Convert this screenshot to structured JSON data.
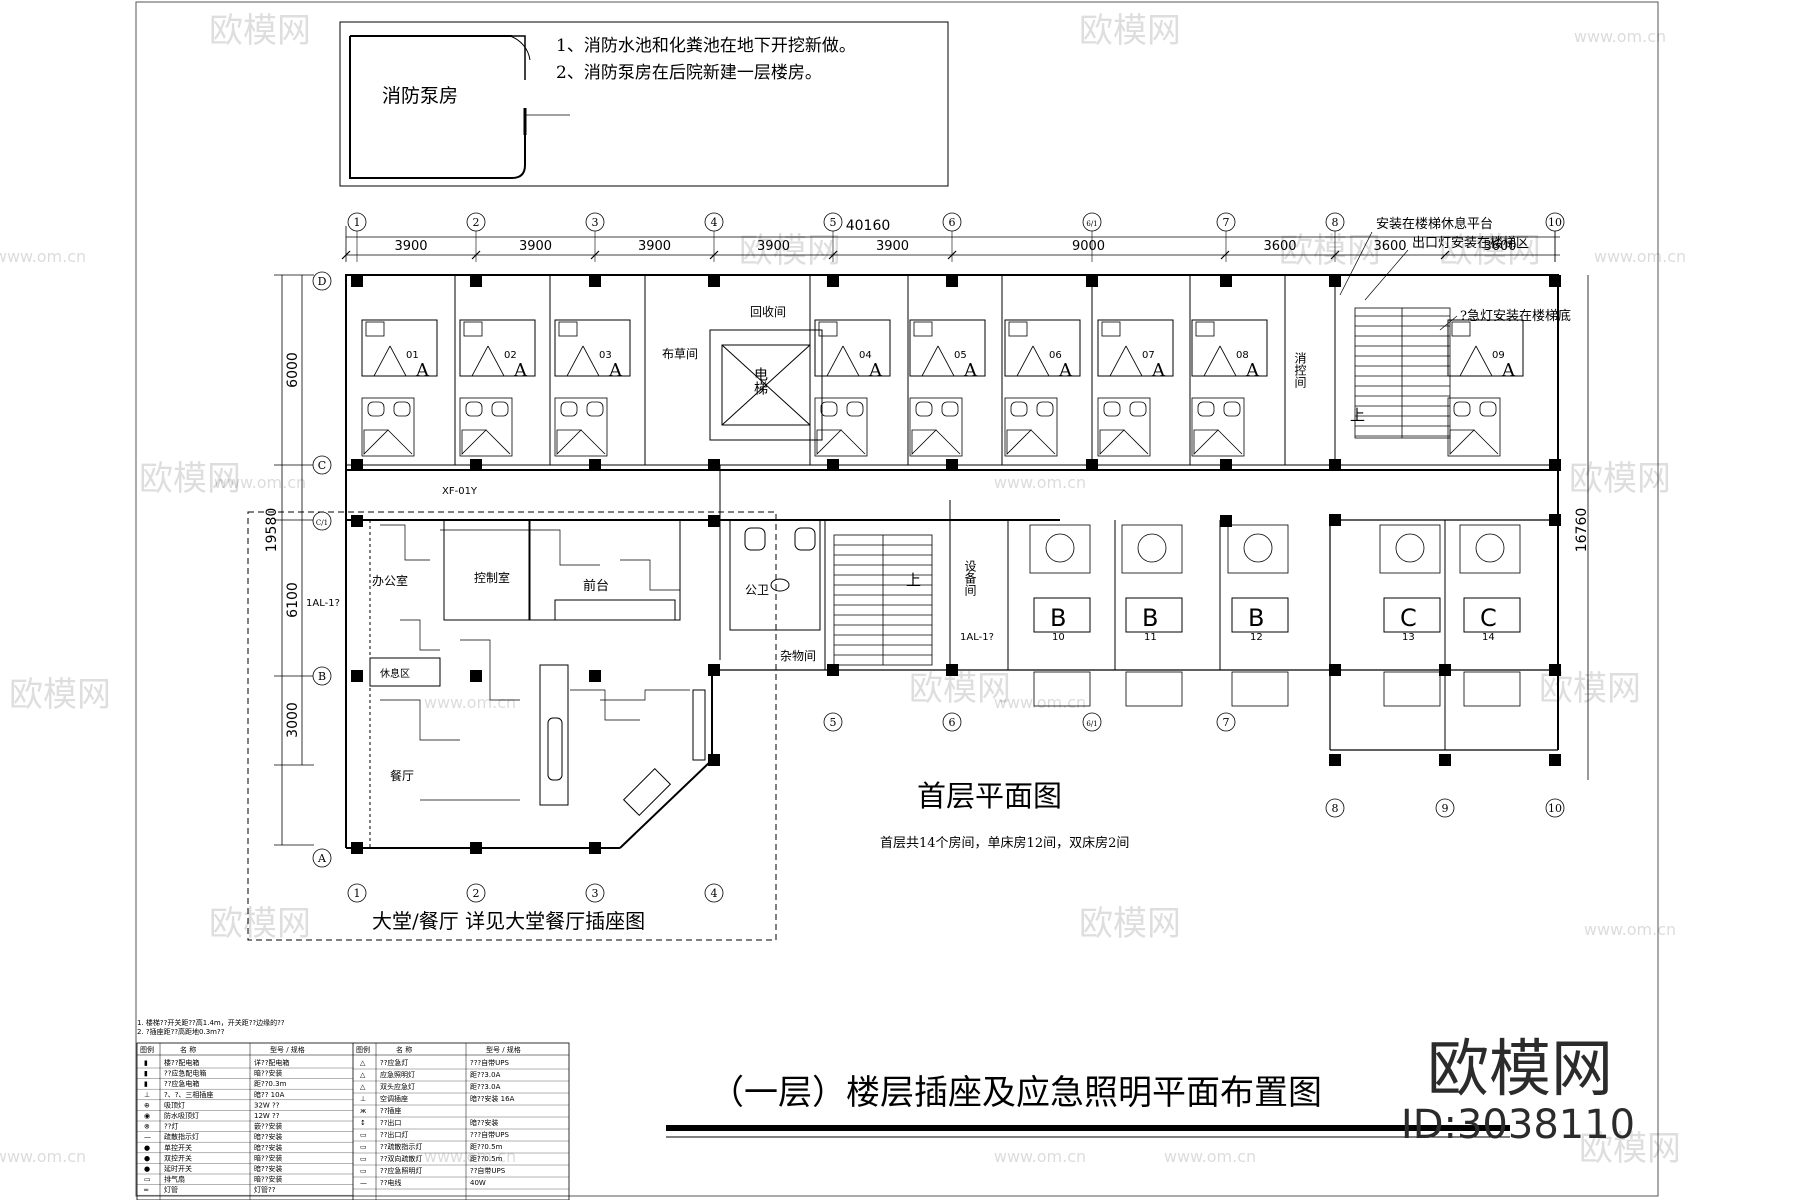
{
  "pump_room": {
    "label": "消防泵房",
    "notes": [
      "1、消防水池和化粪池在地下开挖新做。",
      "2、消防泵房在后院新建一层楼房。"
    ]
  },
  "dimensions": {
    "overall": "40160",
    "top_segments": [
      "3900",
      "3900",
      "3900",
      "3900",
      "3900",
      "9000",
      "3600",
      "3600",
      "3600"
    ],
    "left_segments": [
      "6000",
      "6100",
      "3000"
    ],
    "left_total": "19580",
    "right_total": "16760"
  },
  "axes": {
    "top": [
      "1",
      "2",
      "3",
      "4",
      "5",
      "6",
      "6/1",
      "7",
      "8",
      "10"
    ],
    "bottom_left": [
      "1",
      "2",
      "3",
      "4"
    ],
    "bottom_mid": [
      "5",
      "6",
      "6/1",
      "7"
    ],
    "bottom_right": [
      "8",
      "9",
      "10"
    ],
    "left": [
      "D",
      "C",
      "C/1",
      "B",
      "A"
    ]
  },
  "rooms": {
    "numbers_top": [
      "01",
      "02",
      "03",
      "04",
      "05",
      "06",
      "07",
      "08",
      "09"
    ],
    "numbers_bottom": [
      "10",
      "11",
      "12",
      "13",
      "14"
    ],
    "bed_marks_top": [
      "A",
      "A",
      "A",
      "A",
      "A",
      "A",
      "A",
      "A",
      "A"
    ],
    "bed_marks_b": [
      "B",
      "B",
      "B"
    ],
    "bed_marks_c": [
      "C",
      "C"
    ],
    "linen_room": "布草间",
    "laundry": "回收间",
    "elevator": "电梯",
    "fire_room": "消控间",
    "stairs_up": "上",
    "public_wc": "公卫",
    "storage": "杂物间",
    "equipment_room": "设备间",
    "lobby_front": "前台",
    "control_room": "控制室",
    "office": "办公室",
    "dining": "餐厅",
    "rest_area": "休息区",
    "lobby_note": "大堂/餐厅  详见大堂餐厅插座图",
    "xf_label": "XF-01Y",
    "al_label": "1AL-1?",
    "al2_label": "1AL-1?"
  },
  "annotations": {
    "stair_platform": "安装在楼梯休息平台",
    "exit_light": "出口灯安装在楼梯区",
    "emergency_light": "?急灯安装在楼梯底"
  },
  "plan_title": "首层平面图",
  "plan_subtitle": "首层共14个房间，单床房12间，双床房2间",
  "sheet_title": "（一层）楼层插座及应急照明平面布置图",
  "legend": {
    "notes": [
      "1. 楼梯??开关距??高1.4m，开关距??边缘的??",
      "2. ?插座距??高距地0.3m??"
    ],
    "headers": [
      "图例",
      "名  称",
      "型号 / 规格"
    ],
    "rows_left": [
      [
        "▮",
        "楼??配电箱",
        "详??配电箱"
      ],
      [
        "▮",
        "??应急配电箱",
        "暗??安装"
      ],
      [
        "▮",
        "??应急电箱",
        "距??0.3m"
      ],
      [
        "⊥",
        "?、?、三相插座",
        "暗??  10A"
      ],
      [
        "⊕",
        "吸顶灯",
        "32W  ??"
      ],
      [
        "◉",
        "防水吸顶灯",
        "12W  ??"
      ],
      [
        "⊗",
        "??灯",
        "嵌??安装"
      ],
      [
        "—",
        "疏散指示灯",
        "暗??安装"
      ],
      [
        "●",
        "单控开关",
        "暗??安装"
      ],
      [
        "●",
        "双控开关",
        "暗??安装"
      ],
      [
        "●",
        "延时开关",
        "暗??安装"
      ],
      [
        "▭",
        "排气扇",
        "暗??安装"
      ],
      [
        "═",
        "灯管",
        "灯管??"
      ]
    ],
    "rows_right": [
      [
        "△",
        "??应急灯",
        "???自带UPS"
      ],
      [
        "△",
        "应急照明灯",
        "距??3.0A"
      ],
      [
        "△",
        "双头应急灯",
        "距??3.0A"
      ],
      [
        "⊥",
        "空调插座",
        "暗??安装  16A"
      ],
      [
        "ж",
        "??插座",
        ""
      ],
      [
        "↕",
        "??出口",
        "暗??安装"
      ],
      [
        "▭",
        "??出口灯",
        "???自带UPS"
      ],
      [
        "▭",
        "??疏散指示灯",
        "距??0.5m"
      ],
      [
        "▭",
        "??双向疏散灯",
        "距??0.5m"
      ],
      [
        "▭",
        "??应急照明灯",
        "??自带UPS"
      ],
      [
        "—",
        "??电线",
        "40W"
      ]
    ]
  },
  "watermark": {
    "brand": "欧模网",
    "site": "www.om.cn",
    "id": "ID:3038110"
  }
}
